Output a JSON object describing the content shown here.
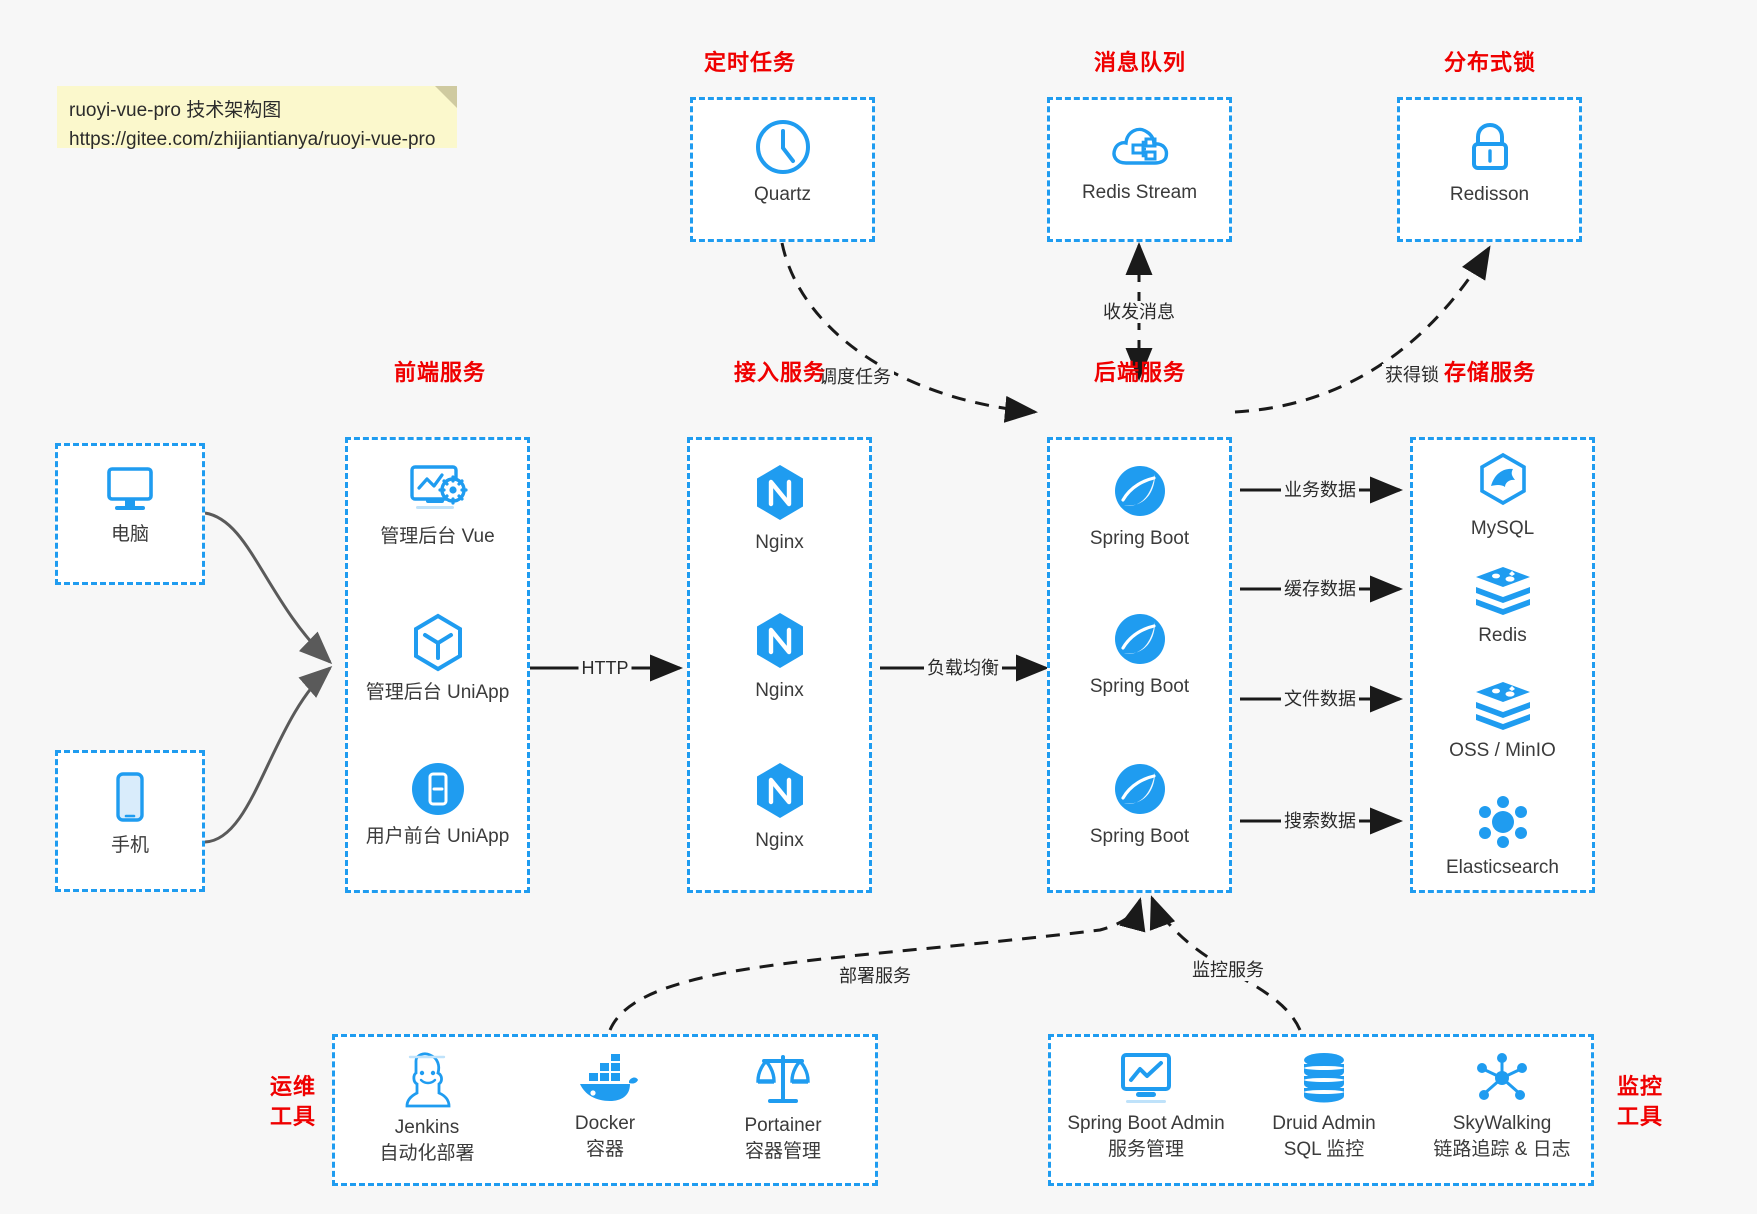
{
  "note": {
    "line1": "ruoyi-vue-pro 技术架构图",
    "line2": "https://gitee.com/zhijiantianya/ruoyi-vue-pro"
  },
  "colors": {
    "accent": "#1f9cf0",
    "group_label": "#ef0000",
    "note_bg": "#fbf8cc",
    "canvas": "#f7f7f7",
    "edge": "#1a1a1a",
    "client_edge": "#5a5a5a"
  },
  "groups": {
    "scheduler": {
      "label": "定时任务",
      "nodes": [
        {
          "name": "Quartz",
          "icon": "clock-icon"
        }
      ]
    },
    "mq": {
      "label": "消息队列",
      "nodes": [
        {
          "name": "Redis Stream",
          "icon": "cloud-stream-icon"
        }
      ]
    },
    "lock": {
      "label": "分布式锁",
      "nodes": [
        {
          "name": "Redisson",
          "icon": "lock-icon"
        }
      ]
    },
    "client_pc": {
      "label": "",
      "nodes": [
        {
          "name": "电脑",
          "icon": "desktop-icon"
        }
      ]
    },
    "client_mobile": {
      "label": "",
      "nodes": [
        {
          "name": "手机",
          "icon": "phone-icon"
        }
      ]
    },
    "frontend": {
      "label": "前端服务",
      "nodes": [
        {
          "name": "管理后台 Vue",
          "icon": "dashboard-vue-icon"
        },
        {
          "name": "管理后台 UniApp",
          "icon": "uniapp-cube-icon"
        },
        {
          "name": "用户前台 UniApp",
          "icon": "mobile-app-icon"
        }
      ]
    },
    "gateway": {
      "label": "接入服务",
      "nodes": [
        {
          "name": "Nginx",
          "icon": "nginx-icon"
        },
        {
          "name": "Nginx",
          "icon": "nginx-icon"
        },
        {
          "name": "Nginx",
          "icon": "nginx-icon"
        }
      ]
    },
    "backend": {
      "label": "后端服务",
      "nodes": [
        {
          "name": "Spring Boot",
          "icon": "spring-boot-icon"
        },
        {
          "name": "Spring Boot",
          "icon": "spring-boot-icon"
        },
        {
          "name": "Spring Boot",
          "icon": "spring-boot-icon"
        }
      ]
    },
    "storage": {
      "label": "存储服务",
      "nodes": [
        {
          "name": "MySQL",
          "icon": "mysql-icon"
        },
        {
          "name": "Redis",
          "icon": "redis-icon"
        },
        {
          "name": "OSS / MinIO",
          "icon": "oss-minio-icon"
        },
        {
          "name": "Elasticsearch",
          "icon": "elasticsearch-icon"
        }
      ]
    },
    "devops": {
      "label": "运维\n工具",
      "label_line1": "运维",
      "label_line2": "工具",
      "nodes": [
        {
          "name": "Jenkins",
          "sub": "自动化部署",
          "icon": "jenkins-icon"
        },
        {
          "name": "Docker",
          "sub": "容器",
          "icon": "docker-icon"
        },
        {
          "name": "Portainer",
          "sub": "容器管理",
          "icon": "portainer-scale-icon"
        }
      ]
    },
    "monitor": {
      "label_line1": "监控",
      "label_line2": "工具",
      "nodes": [
        {
          "name": "Spring Boot Admin",
          "sub": "服务管理",
          "icon": "monitor-chart-icon"
        },
        {
          "name": "Druid Admin",
          "sub": "SQL 监控",
          "icon": "database-stack-icon"
        },
        {
          "name": "SkyWalking",
          "sub": "链路追踪 & 日志",
          "icon": "skywalking-icon"
        }
      ]
    }
  },
  "edges": {
    "http": "HTTP",
    "load_balance": "负载均衡",
    "schedule_task": "调度任务",
    "send_receive_message": "收发消息",
    "acquire_lock": "获得锁",
    "business_data": "业务数据",
    "cache_data": "缓存数据",
    "file_data": "文件数据",
    "search_data": "搜索数据",
    "deploy_service": "部署服务",
    "monitor_service": "监控服务"
  }
}
